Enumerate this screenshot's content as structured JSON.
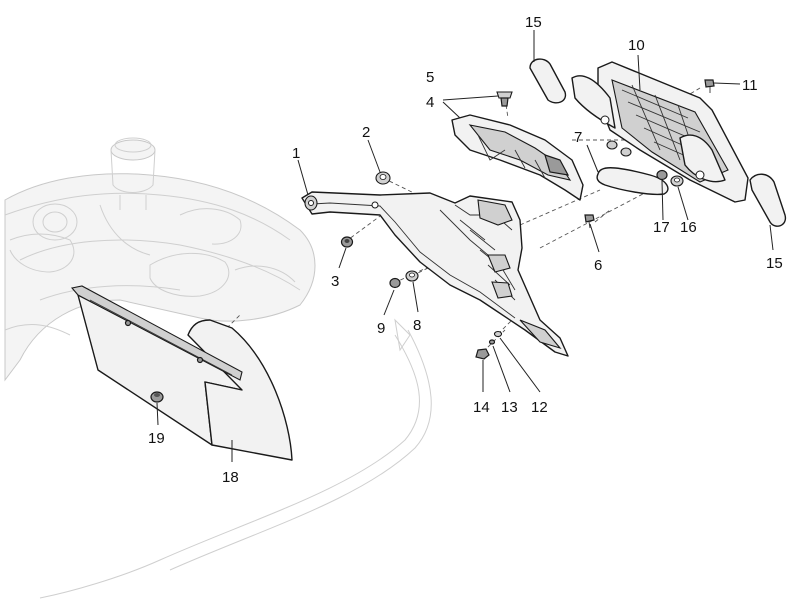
{
  "callouts": {
    "c1": "1",
    "c2": "2",
    "c3": "3",
    "c4": "4",
    "c5": "5",
    "c6": "6",
    "c7": "7",
    "c8": "8",
    "c9": "9",
    "c10": "10",
    "c11": "11",
    "c12": "12",
    "c13": "13",
    "c14": "14",
    "c15a": "15",
    "c15b": "15",
    "c16": "16",
    "c17": "17",
    "c18": "18",
    "c19": "19"
  },
  "colors": {
    "ink": "#1a1a1a",
    "ghost": "#cfcfcf",
    "part_fill": "#f2f2f2"
  }
}
